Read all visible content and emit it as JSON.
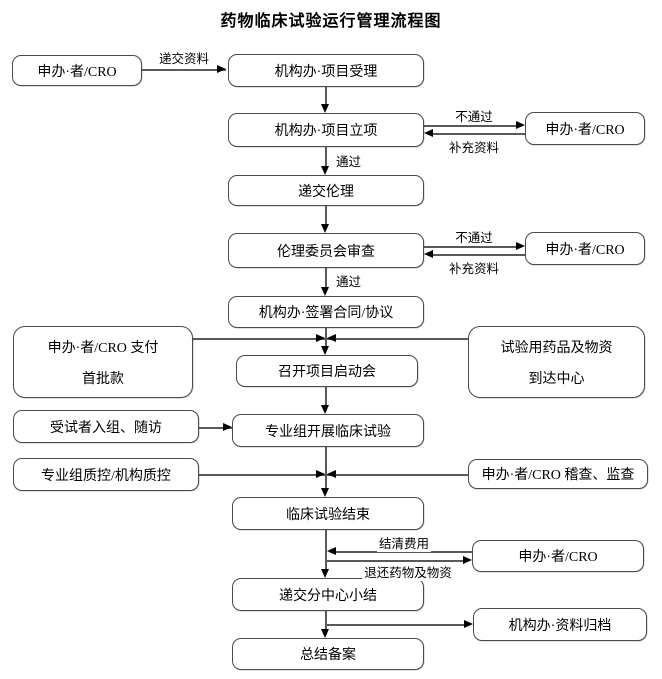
{
  "title": "药物临床试验运行管理流程图",
  "nodes": {
    "sponsor_start": "申办·者/CRO",
    "acceptance": "机构办·项目受理",
    "approval": "机构办·项目立项",
    "sponsor_approval": "申办·者/CRO",
    "submit_ethics": "递交伦理",
    "ethics_review": "伦理委员会审查",
    "sponsor_ethics": "申办·者/CRO",
    "sign_contract": "机构办·签署合同/协议",
    "payment_line1": "申办·者/CRO 支付",
    "payment_line2": "首批款",
    "kickoff": "召开项目启动会",
    "supplies_line1": "试验用药品及物资",
    "supplies_line2": "到达中心",
    "enrollment": "受试者入组、随访",
    "conduct": "专业组开展临床试验",
    "qc": "专业组质控/机构质控",
    "audit": "申办·者/CRO 稽查、监查",
    "trial_end": "临床试验结束",
    "sponsor_end": "申办·者/CRO",
    "subcenter_summary": "递交分中心小结",
    "archive": "机构办·资料归档",
    "final_record": "总结备案"
  },
  "edge_labels": {
    "submit_docs": "递交资料",
    "fail_approval": "不通过",
    "supplement_approval": "补充资料",
    "pass_approval": "通过",
    "fail_ethics": "不通过",
    "supplement_ethics": "补充资料",
    "pass_ethics": "通过",
    "settle_fees": "结清费用",
    "return_supplies": "退还药物及物资"
  },
  "colors": {
    "line": "#595959",
    "border": "#4a4a4a",
    "text": "#000000",
    "background": "#ffffff"
  }
}
